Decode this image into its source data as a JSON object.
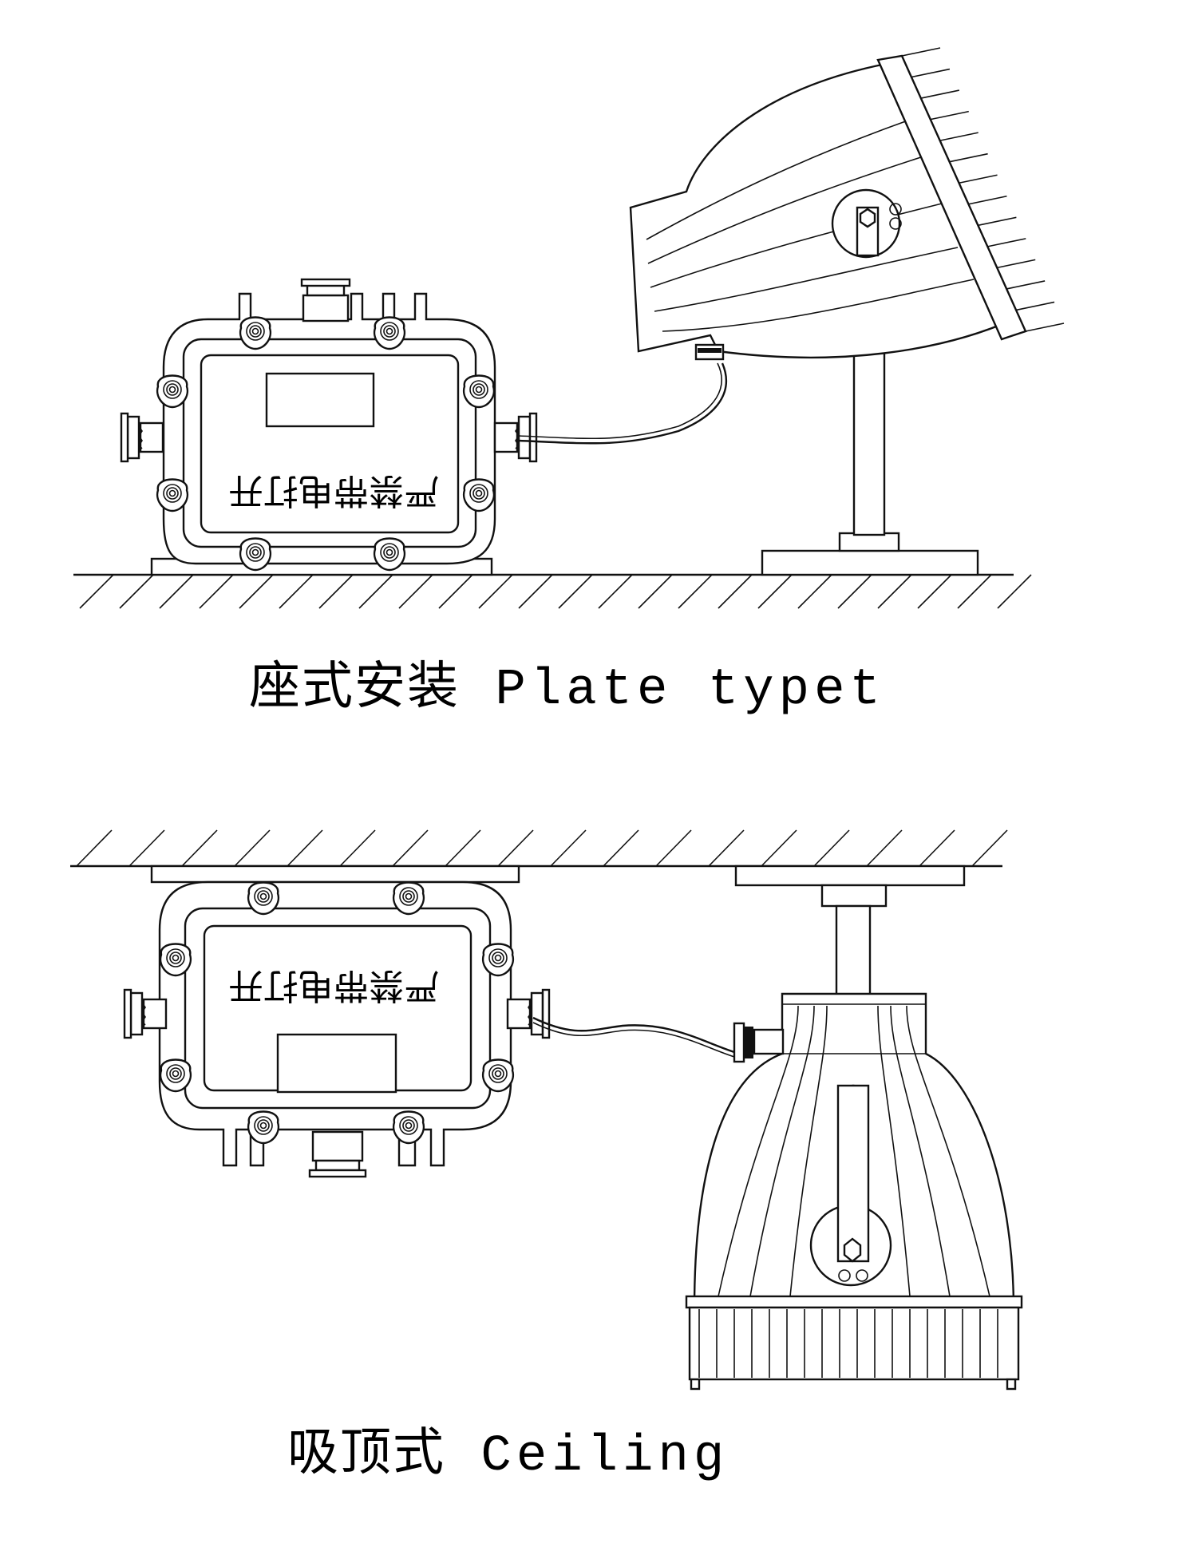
{
  "figure": {
    "sections": [
      {
        "id": "plate",
        "caption_cn": "座式安装",
        "caption_en": "Plate typet",
        "surface": "floor",
        "junction_box_label": "严禁带电打开"
      },
      {
        "id": "ceiling",
        "caption_cn": "吸顶式",
        "caption_en": "Ceiling",
        "surface": "ceiling",
        "junction_box_label": "严禁带电打开"
      }
    ]
  }
}
